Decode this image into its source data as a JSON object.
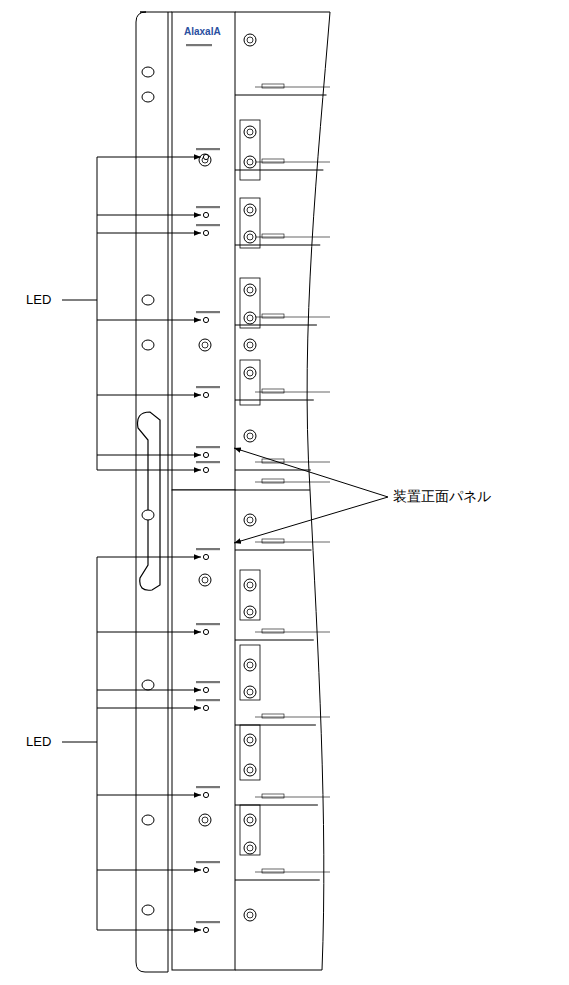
{
  "diagram": {
    "labels": [
      "AlaxalA",
      "LED",
      "LED",
      "装置正面パネル"
    ]
  }
}
